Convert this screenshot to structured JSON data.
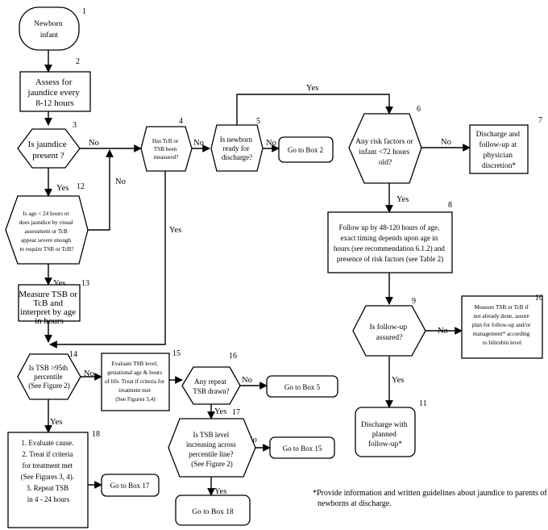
{
  "nodes": {
    "n1": {
      "number": "1",
      "lines": [
        "Newborn",
        "infant"
      ]
    },
    "n2": {
      "number": "2",
      "lines": [
        "Assess for",
        "jaundice every",
        "8-12 hours"
      ]
    },
    "n3": {
      "number": "3",
      "lines": [
        "Is jaundice",
        "present ?"
      ]
    },
    "n12": {
      "number": "12",
      "lines": [
        "Is age < 24 hours or",
        "does jaundice by visual",
        "assessment or TcB",
        "appear severe enough",
        "to require TSB or TcB?"
      ]
    },
    "n13": {
      "number": "13",
      "lines": [
        "Measure TSB or",
        "TcB and",
        "interpret by age",
        "in hours"
      ]
    },
    "n14": {
      "number": "14",
      "lines": [
        "Is TSB >95th",
        "percentile",
        "(See Figure 2)"
      ]
    },
    "n4": {
      "number": "4",
      "lines": [
        "Has TcB or",
        "TSB been",
        "measured?"
      ]
    },
    "n5": {
      "number": "5",
      "lines": [
        "Is newborn",
        "ready for",
        "discharge?"
      ]
    },
    "n5b": {
      "lines": [
        "Go to Box 2"
      ]
    },
    "n6": {
      "number": "6",
      "lines": [
        "Any risk factors or",
        "infant <72 hours",
        "old?"
      ]
    },
    "n7": {
      "number": "7",
      "lines": [
        "Discharge and",
        "follow-up at",
        "physician",
        "discretion*"
      ]
    },
    "n8": {
      "number": "8",
      "lines": [
        "Follow up by 48-120 hours of age,",
        "exact timing depends upon age in",
        "hours (see recommendation 6.1.2) and",
        "presence of risk factors (see Table 2)"
      ]
    },
    "n9": {
      "number": "9",
      "lines": [
        "Is follow-up",
        "assured?"
      ]
    },
    "n10": {
      "number": "10",
      "lines": [
        "Measure TSB or TcB if",
        "not already done, assure",
        "plan for follow-up and/or",
        "management* according",
        "to bilirubin level"
      ]
    },
    "n11": {
      "number": "11",
      "lines": [
        "Discharge with",
        "planned",
        "follow-up*"
      ]
    },
    "n15": {
      "number": "15",
      "lines": [
        "Evaluate TSB level,",
        "gestational age & hours",
        "of life. Treat if criteria for",
        "treatment met",
        "(See Figures 3,4)"
      ]
    },
    "n16": {
      "number": "16",
      "lines": [
        "Any repeat",
        "TSB  drawn?"
      ]
    },
    "n16b": {
      "lines": [
        "Go to Box 5"
      ]
    },
    "n17": {
      "number": "17",
      "lines": [
        "Is TSB level",
        "increasing across",
        "percentile line?",
        "(See Figure 2)"
      ]
    },
    "n17b": {
      "lines": [
        "Go to Box 15"
      ]
    },
    "n17c": {
      "lines": [
        "Go to Box 18"
      ]
    },
    "n18": {
      "number": "18",
      "lines": [
        "1.  Evaluate cause.",
        "2.  Treat if criteria",
        "for treatment met",
        "(See Figures 3, 4).",
        "3.  Repeat TSB",
        "in 4 - 24 hours"
      ]
    },
    "n18b": {
      "lines": [
        "Go to Box 17"
      ]
    }
  },
  "edges": {
    "yes": "Yes",
    "no": "No"
  },
  "footnote": {
    "lines": [
      "*Provide information and written guidelines about jaundice to parents of all",
      "newborns at discharge."
    ]
  }
}
